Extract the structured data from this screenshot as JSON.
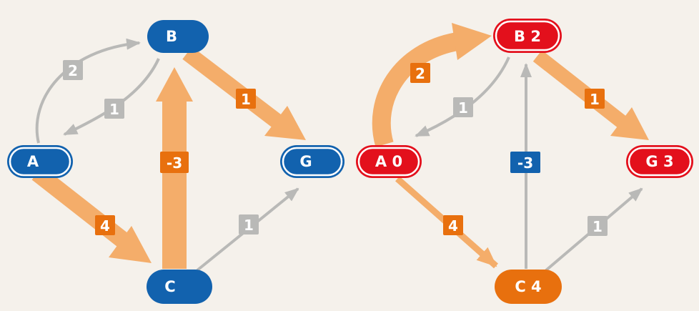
{
  "colors": {
    "background": "#f5f1eb",
    "blue": "#1262ae",
    "red": "#e3101c",
    "orange": "#e8700e",
    "orange_light": "#f4ad6a",
    "gray": "#b9b9b7"
  },
  "graphs": [
    {
      "nodes": [
        {
          "id": "B",
          "label": "B",
          "color": "blue",
          "style": "pill"
        },
        {
          "id": "A",
          "label": "A",
          "color": "blue",
          "style": "ringed"
        },
        {
          "id": "G",
          "label": "G",
          "color": "blue",
          "style": "ringed"
        },
        {
          "id": "C",
          "label": "C",
          "color": "blue",
          "style": "pill"
        }
      ],
      "edges": [
        {
          "from": "A",
          "to": "B",
          "weight": "2",
          "highlighted": false,
          "badge": "gray"
        },
        {
          "from": "B",
          "to": "A",
          "weight": "1",
          "highlighted": false,
          "badge": "gray"
        },
        {
          "from": "B",
          "to": "G",
          "weight": "1",
          "highlighted": true,
          "badge": "orange"
        },
        {
          "from": "C",
          "to": "B",
          "weight": "-3",
          "highlighted": true,
          "badge": "orange"
        },
        {
          "from": "A",
          "to": "C",
          "weight": "4",
          "highlighted": true,
          "badge": "orange"
        },
        {
          "from": "C",
          "to": "G",
          "weight": "1",
          "highlighted": false,
          "badge": "gray"
        }
      ]
    },
    {
      "nodes": [
        {
          "id": "B",
          "label": "B 2",
          "color": "red",
          "style": "ringed"
        },
        {
          "id": "A",
          "label": "A 0",
          "color": "red",
          "style": "ringed"
        },
        {
          "id": "G",
          "label": "G 3",
          "color": "red",
          "style": "ringed"
        },
        {
          "id": "C",
          "label": "C 4",
          "color": "orange",
          "style": "pill"
        }
      ],
      "edges": [
        {
          "from": "A",
          "to": "B",
          "weight": "2",
          "highlighted": true,
          "badge": "orange"
        },
        {
          "from": "B",
          "to": "A",
          "weight": "1",
          "highlighted": false,
          "badge": "gray"
        },
        {
          "from": "B",
          "to": "G",
          "weight": "1",
          "highlighted": true,
          "badge": "orange"
        },
        {
          "from": "C",
          "to": "B",
          "weight": "-3",
          "highlighted": false,
          "badge": "blue"
        },
        {
          "from": "A",
          "to": "C",
          "weight": "4",
          "highlighted": true,
          "badge": "orange"
        },
        {
          "from": "C",
          "to": "G",
          "weight": "1",
          "highlighted": false,
          "badge": "gray"
        }
      ]
    }
  ]
}
